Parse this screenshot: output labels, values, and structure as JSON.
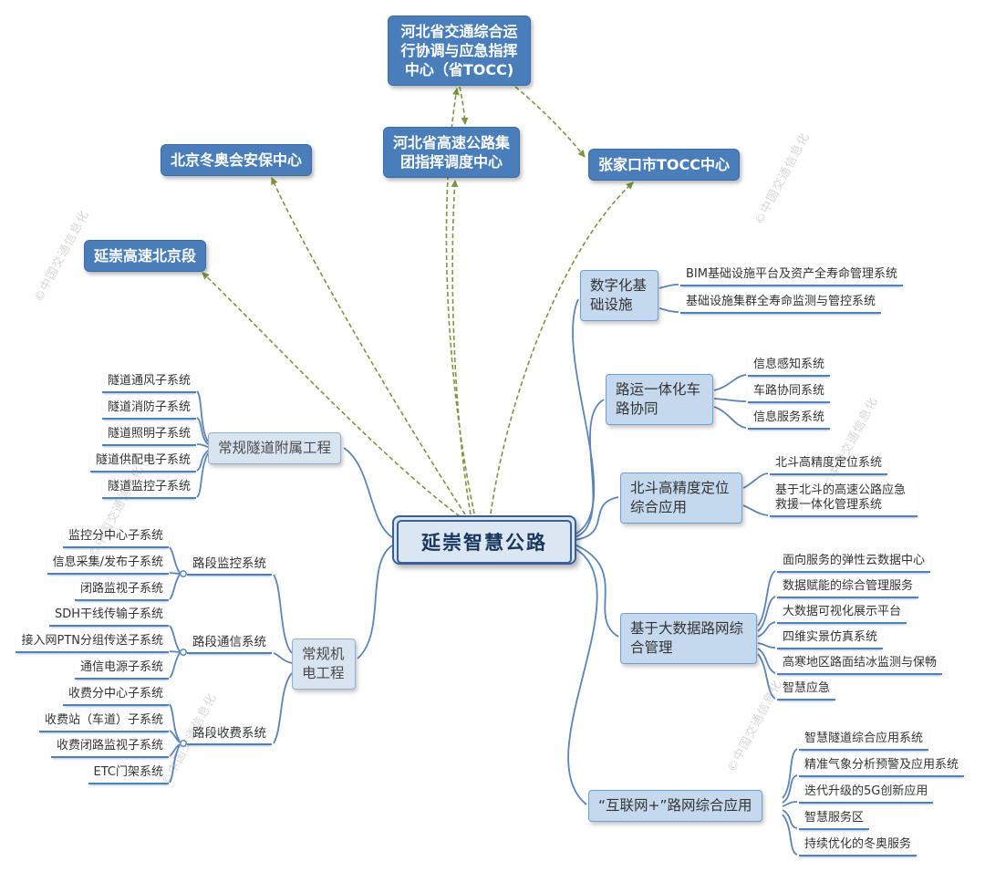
{
  "center": {
    "label": "延崇智慧公路"
  },
  "watermark": "©中国交通信息化",
  "colors": {
    "node_blue": "#4a7ebb",
    "branch_fill": "#c5d9ee",
    "line_blue": "#4f81bd",
    "dashed_olive": "#7e9440"
  },
  "top_nodes": [
    {
      "label": "河北省交通综合运行协调与应急指挥中心（省TOCC)"
    },
    {
      "label": "北京冬奥会安保中心"
    },
    {
      "label": "河北省高速公路集团指挥调度中心"
    },
    {
      "label": "张家口市TOCC中心"
    },
    {
      "label": "延崇高速北京段"
    }
  ],
  "right_branches": [
    {
      "label": "数字化基础设施",
      "children": [
        "BIM基础设施平台及资产全寿命管理系统",
        "基础设施集群全寿命监测与管控系统"
      ]
    },
    {
      "label": "路运一体化车路协同",
      "children": [
        "信息感知系统",
        "车路协同系统",
        "信息服务系统"
      ]
    },
    {
      "label": "北斗高精度定位综合应用",
      "children": [
        "北斗高精度定位系统",
        "基于北斗的高速公路应急救援一体化管理系统"
      ]
    },
    {
      "label": "基于大数据路网综合管理",
      "children": [
        "面向服务的弹性云数据中心",
        "数据赋能的综合管理服务",
        "大数据可视化展示平台",
        "四维实景仿真系统",
        "高寒地区路面结冰监测与保畅",
        "智慧应急"
      ]
    },
    {
      "label": "“互联网+”路网综合应用",
      "children": [
        "智慧隧道综合应用系统",
        "精准气象分析预警及应用系统",
        "迭代升级的5G创新应用",
        "智慧服务区",
        "持续优化的冬奥服务"
      ]
    }
  ],
  "left_branches": [
    {
      "label": "常规隧道附属工程",
      "children": [
        "隧道通风子系统",
        "隧道消防子系统",
        "隧道照明子系统",
        "隧道供配电子系统",
        "隧道监控子系统"
      ]
    },
    {
      "label": "常规机电工程",
      "groups": [
        {
          "label": "路段监控系统",
          "children": [
            "监控分中心子系统",
            "信息采集/发布子系统",
            "闭路监视子系统"
          ]
        },
        {
          "label": "路段通信系统",
          "children": [
            "SDH干线传输子系统",
            "接入网PTN分组传送子系统",
            "通信电源子系统"
          ]
        },
        {
          "label": "路段收费系统",
          "children": [
            "收费分中心子系统",
            "收费站（车道）子系统",
            "收费闭路监视子系统",
            "ETC门架系统"
          ]
        }
      ]
    }
  ]
}
